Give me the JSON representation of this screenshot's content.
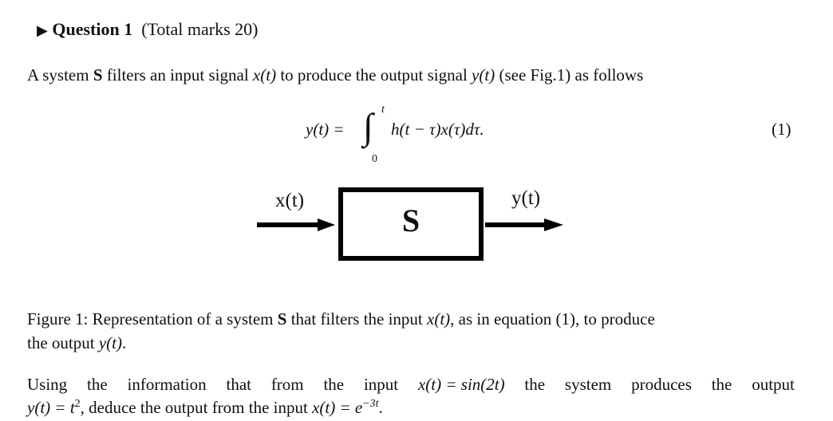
{
  "question": {
    "marker": "▶",
    "title": "Question 1",
    "marks": "(Total marks 20)"
  },
  "intro": {
    "p1": "A system ",
    "S": "S",
    "p2": " filters an input signal ",
    "x": "x(t)",
    "p3": " to produce the output signal ",
    "y": "y(t)",
    "p4": " (see Fig.1) as follows"
  },
  "equation": {
    "lhs": "y(t) =",
    "integral": "∫",
    "upper": "t",
    "lower": "0",
    "integrand": "h(t − τ)x(τ)dτ.",
    "number": "(1)"
  },
  "figure": {
    "system_label": "S",
    "input_label": "x(t)",
    "output_label": "y(t)"
  },
  "caption": {
    "p1": "Figure 1: Representation of a system ",
    "S": "S",
    "p2": " that filters the input ",
    "x": "x(t)",
    "p3": ", as in equation (1), to produce",
    "line2a": "the output ",
    "y": "y(t)",
    "line2b": "."
  },
  "task": {
    "w": [
      "Using",
      "the",
      "information",
      "that",
      "from",
      "the",
      "input"
    ],
    "x1": "x(t) = sin(2t)",
    "w2": [
      "the",
      "system",
      "produces",
      "the",
      "output"
    ],
    "y1": "y(t) = t",
    "y1exp": "2",
    "p2": ", deduce the output from the input ",
    "x2": "x(t) = e",
    "x2exp": "−3t",
    "end": "."
  }
}
